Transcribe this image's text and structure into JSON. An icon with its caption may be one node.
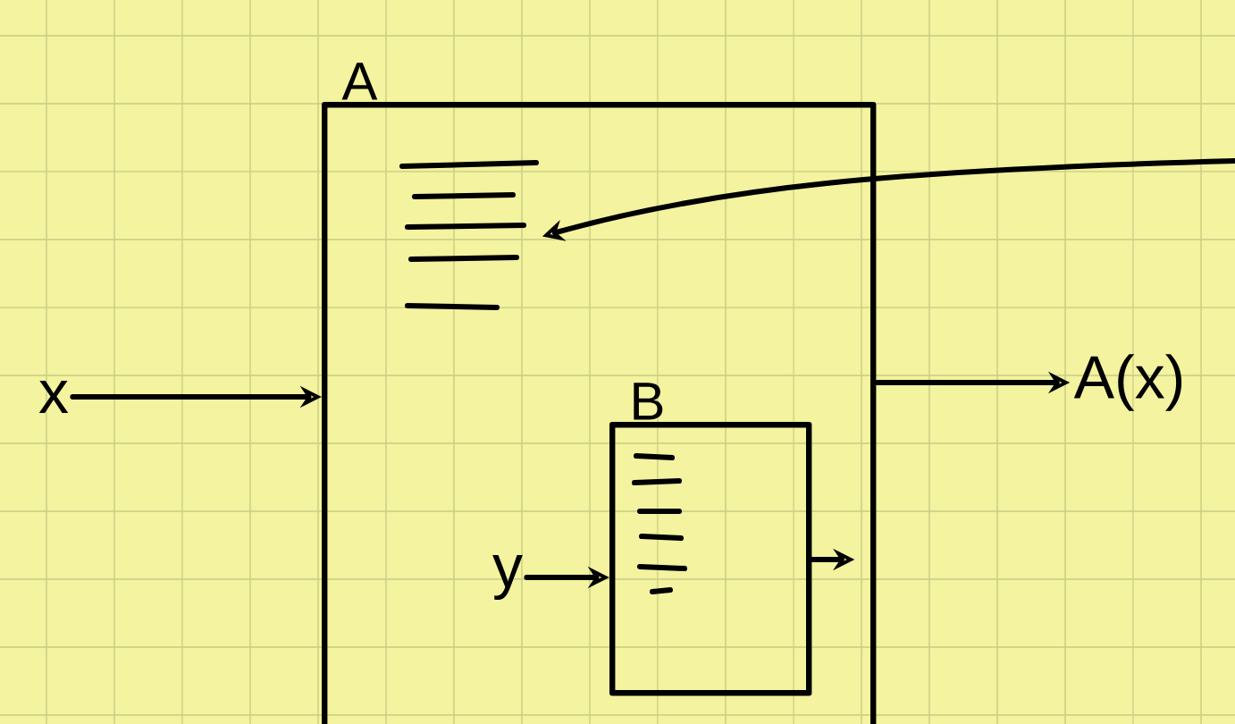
{
  "diagram": {
    "nodes": [
      {
        "text": [
          "A"
        ]
      },
      {
        "text": [],
        "shape": "picture",
        "in": 0
      },
      {
        "text": [
          "x"
        ]
      },
      {
        "text": [
          "A(x)"
        ]
      },
      {
        "text": [
          "B"
        ],
        "in": 0
      },
      {
        "text": [],
        "shape": "picture",
        "in": 4
      },
      {
        "text": [
          "y"
        ],
        "in": 0
      }
    ],
    "edges": [
      {
        "from": null,
        "to": 1,
        "arrow": "to"
      },
      {
        "from": 2,
        "to": 0,
        "arrow": "to"
      },
      {
        "from": 0,
        "to": 3,
        "arrow": "to"
      },
      {
        "from": 6,
        "to": 4,
        "arrow": "to"
      },
      {
        "from": 4,
        "to": null,
        "arrow": "to"
      }
    ]
  }
}
